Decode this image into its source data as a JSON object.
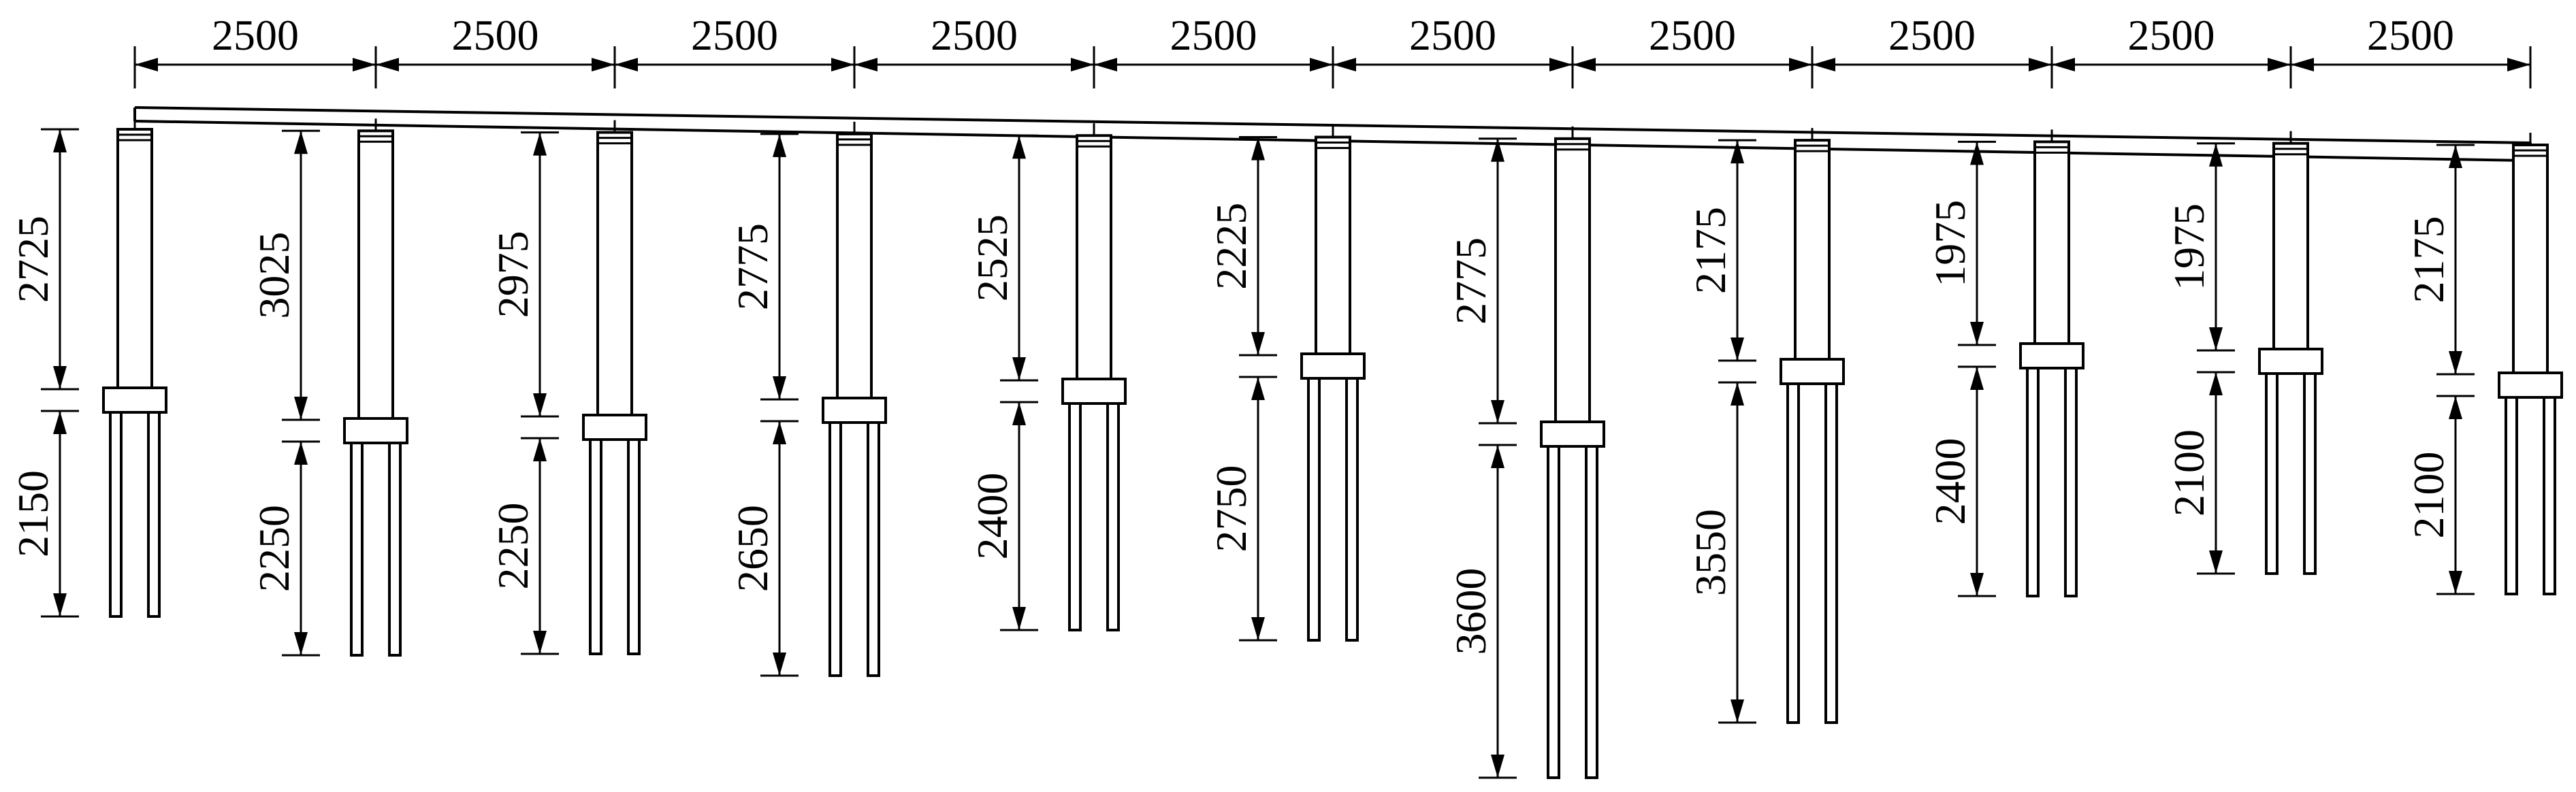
{
  "diagram": {
    "spans": [
      "2500",
      "2500",
      "2500",
      "2500",
      "2500",
      "2500",
      "2500",
      "2500",
      "2500",
      "2500"
    ],
    "piers": [
      {
        "upper": "2725",
        "lower": "2150"
      },
      {
        "upper": "3025",
        "lower": "2250"
      },
      {
        "upper": "2975",
        "lower": "2250"
      },
      {
        "upper": "2775",
        "lower": "2650"
      },
      {
        "upper": "2525",
        "lower": "2400"
      },
      {
        "upper": "2225",
        "lower": "2750"
      },
      {
        "upper": "2775",
        "lower": "3600"
      },
      {
        "upper": "2175",
        "lower": "3550"
      },
      {
        "upper": "1975",
        "lower": "2400"
      },
      {
        "upper": "1975",
        "lower": "2100"
      },
      {
        "upper": "2175",
        "lower": "2100"
      }
    ]
  }
}
